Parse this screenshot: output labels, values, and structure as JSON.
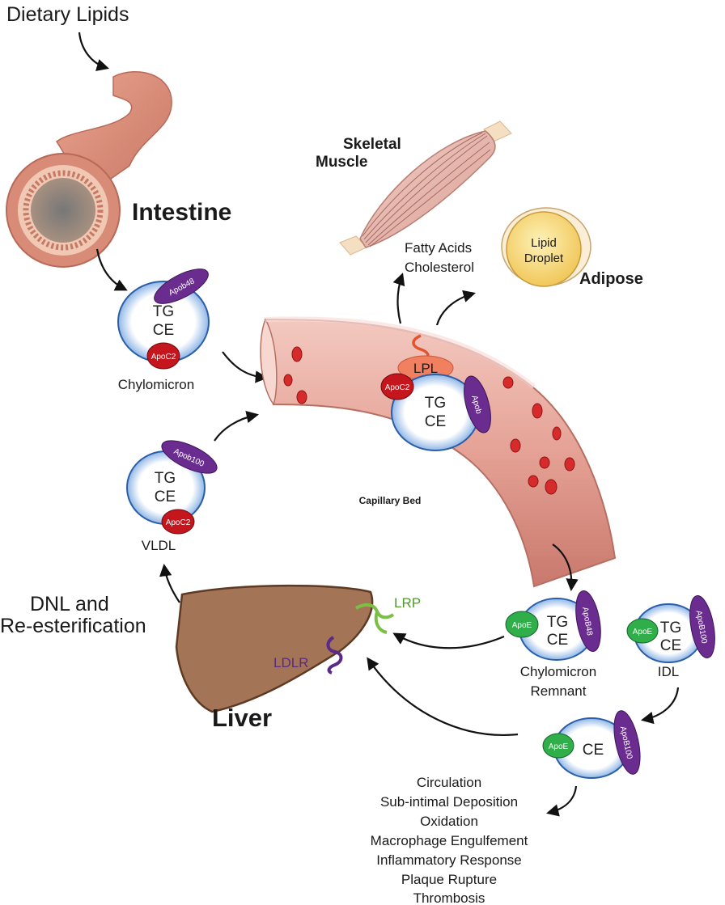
{
  "labels": {
    "dietary_lipids": "Dietary Lipids",
    "intestine": "Intestine",
    "skeletal_muscle_1": "Skeletal",
    "skeletal_muscle_2": "Muscle",
    "fatty_acids": "Fatty Acids",
    "cholesterol": "Cholesterol",
    "lipid_droplet_1": "Lipid",
    "lipid_droplet_2": "Droplet",
    "adipose": "Adipose",
    "capillary_bed": "Capillary Bed",
    "lpl": "LPL",
    "lrp": "LRP",
    "ldlr": "LDLR",
    "liver": "Liver",
    "dnl_1": "DNL and",
    "dnl_2": "Re-esterification",
    "chylomicron": "Chylomicron",
    "vldl": "VLDL",
    "chylo_remnant_1": "Chylomicron",
    "chylo_remnant_2": "Remnant",
    "idl": "IDL"
  },
  "particles": {
    "chylomicron": {
      "core_1": "TG",
      "core_2": "CE",
      "apo_top": "Apob48",
      "apo_bottom": "ApoC2"
    },
    "vldl": {
      "core_1": "TG",
      "core_2": "CE",
      "apo_top": "Apob100",
      "apo_bottom": "ApoC2"
    },
    "capillary": {
      "core_1": "TG",
      "core_2": "CE",
      "apo_side": "Apob",
      "apo_left": "ApoC2"
    },
    "remnant": {
      "core_1": "TG",
      "core_2": "CE",
      "apo_left": "ApoE",
      "apo_side": "ApoB48"
    },
    "idl": {
      "core_1": "TG",
      "core_2": "CE",
      "apo_left": "ApoE",
      "apo_side": "ApoB100"
    },
    "ldl": {
      "core": "CE",
      "apo_left": "ApoE",
      "apo_side": "ApoB100"
    }
  },
  "outcomes": [
    "Circulation",
    "Sub-intimal Deposition",
    "Oxidation",
    "Macrophage Engulfement",
    "Inflammatory Response",
    "Plaque Rupture",
    "Thrombosis"
  ],
  "colors": {
    "apob": "#6a2d8f",
    "apoc2": "#c4161c",
    "apoe": "#2fae4a",
    "lpl": "#f08060",
    "lrp": "#7ac143",
    "ldlr": "#5b2a86",
    "liver": "#a47456",
    "vessel": "#e8a89c"
  }
}
